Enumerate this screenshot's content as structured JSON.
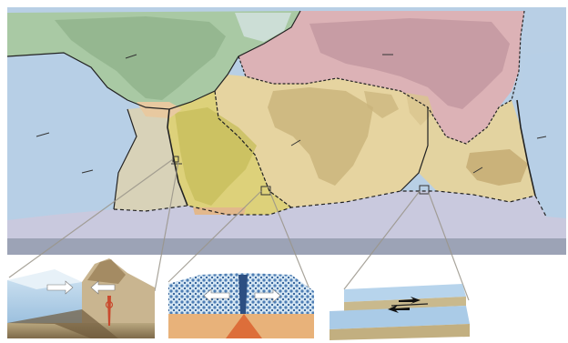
{
  "map": {
    "colors": {
      "ocean_pacific": "#b9d0e6",
      "ocean_atlantic": "#b7cfe0",
      "antarctic": "#c9c9de",
      "north_america": "#a9c9a4",
      "eurasia": "#dcb2b6",
      "africa": "#e6d4a0",
      "south_america": "#ddd17a",
      "indo_australia": "#e3d3a0",
      "nazca": "#d8d2b8",
      "mountain_shade": "#8a8a5a",
      "boundary": "#222222",
      "zoom_lines": "#9a958a"
    }
  },
  "insets": [
    {
      "type": "convergent-subduction"
    },
    {
      "type": "divergent-ridge"
    },
    {
      "type": "transform-fault"
    }
  ]
}
